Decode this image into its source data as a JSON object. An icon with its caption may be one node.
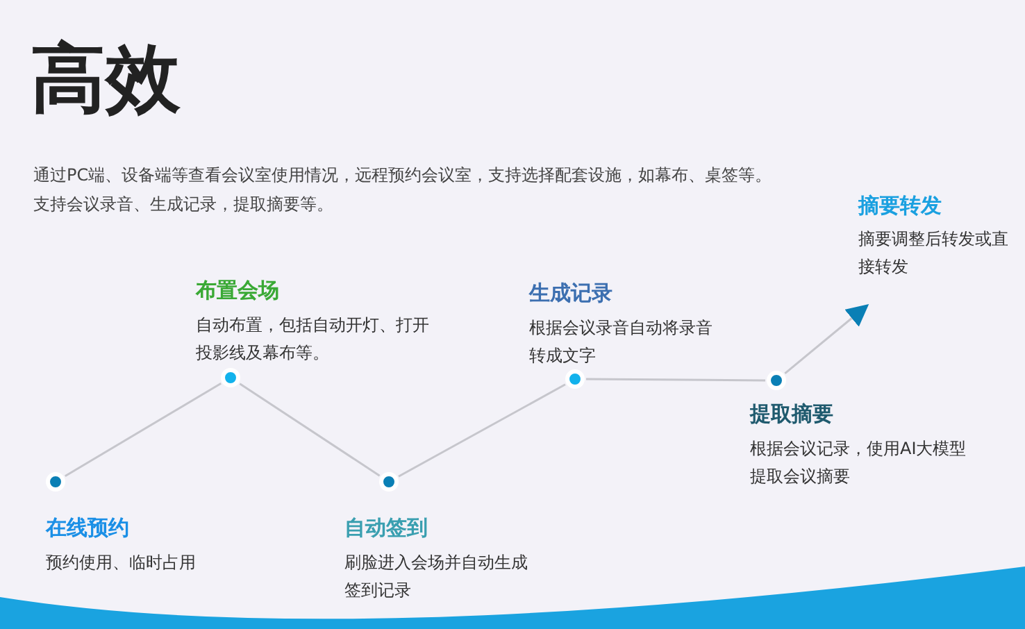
{
  "diagram": {
    "title": "高效",
    "nodes": [
      {
        "text": [],
        "shape": "circle",
        "beside": [
          "在线预约",
          "预约使用、临时占用"
        ]
      },
      {
        "text": [],
        "shape": "circle",
        "beside": [
          "布置会场",
          "自动布置，包括自动开灯、打开投影线及幕布等。"
        ]
      },
      {
        "text": [],
        "shape": "circle",
        "beside": [
          "自动签到",
          "刷脸进入会场并自动生成签到记录"
        ]
      },
      {
        "text": [],
        "shape": "circle",
        "beside": [
          "生成记录",
          "根据会议录音自动将录音转成文字"
        ]
      },
      {
        "text": [],
        "shape": "circle",
        "beside": [
          "提取摘要",
          "根据会议记录，使用AI大模型提取会议摘要"
        ]
      },
      {
        "text": [
          "摘要转发",
          "摘要调整后转发或直接转发"
        ]
      }
    ],
    "edges": [
      {
        "from": 0,
        "to": 1,
        "arrow": "none"
      },
      {
        "from": 1,
        "to": 2,
        "arrow": "none"
      },
      {
        "from": 2,
        "to": 3,
        "arrow": "none"
      },
      {
        "from": 3,
        "to": 4,
        "arrow": "none"
      },
      {
        "from": 4,
        "to": 5,
        "arrow": "to"
      }
    ],
    "labels": [
      "通过PC端、设备端等查看会议室使用情况，远程预约会议室，支持选择配套设施，如幕布、桌签等。",
      "支持会议录音、生成记录，提取摘要等。"
    ]
  }
}
